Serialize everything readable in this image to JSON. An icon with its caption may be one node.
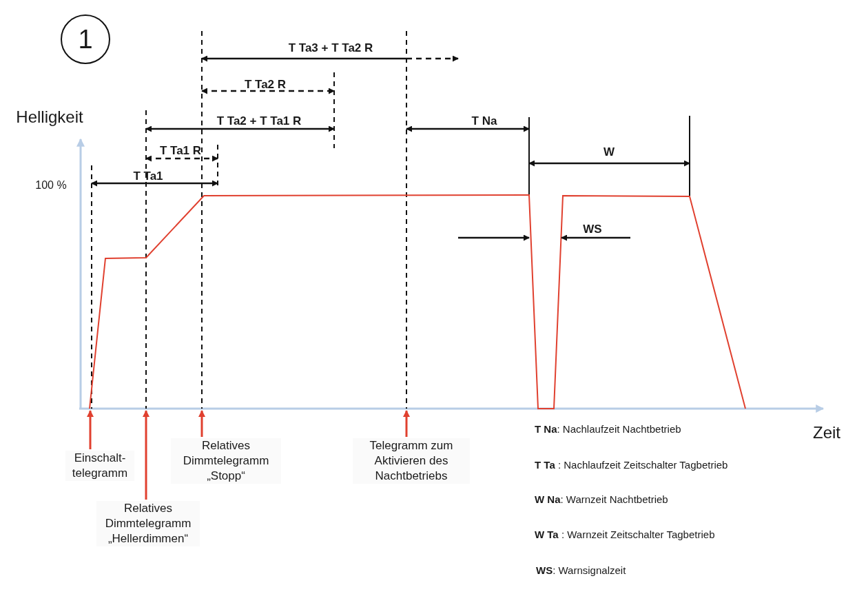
{
  "diagram": {
    "nodes": [
      {
        "text": [
          "1"
        ]
      },
      {
        "text": [
          "Einschalt- telegramm"
        ]
      },
      {
        "text": [
          "Relatives Dimmtelegramm „Hellerdimmen“"
        ]
      },
      {
        "text": [
          "Relatives Dimmtelegramm „Stopp“"
        ]
      },
      {
        "text": [
          "Telegramm zum Aktivieren des Nachtbetriebs"
        ]
      }
    ],
    "edges": [
      {
        "from": 1,
        "to": null,
        "arrow": "to"
      },
      {
        "from": 2,
        "to": null,
        "arrow": "to"
      },
      {
        "from": 3,
        "to": null,
        "arrow": "to"
      },
      {
        "from": 4,
        "to": null,
        "arrow": "to"
      }
    ],
    "labels": [
      "T Ta3 + T Ta2 R",
      "T Ta2 R",
      "Helligkeit",
      "T Ta2 + T Ta1 R",
      "T Na",
      "T Ta1 R",
      "W",
      "T Ta1",
      "100 %",
      "WS",
      "Zeit",
      "**T Na**: Nachlaufzeit Nachtbetrieb",
      "**T Ta** : Nachlaufzeit Zeitschalter Tagbetrieb",
      "**W Na**: Warnzeit Nachtbetrieb",
      "**W Ta** : Warnzeit Zeitschalter Tagbetrieb",
      "**WS**: Warnsignalzeit"
    ]
  }
}
